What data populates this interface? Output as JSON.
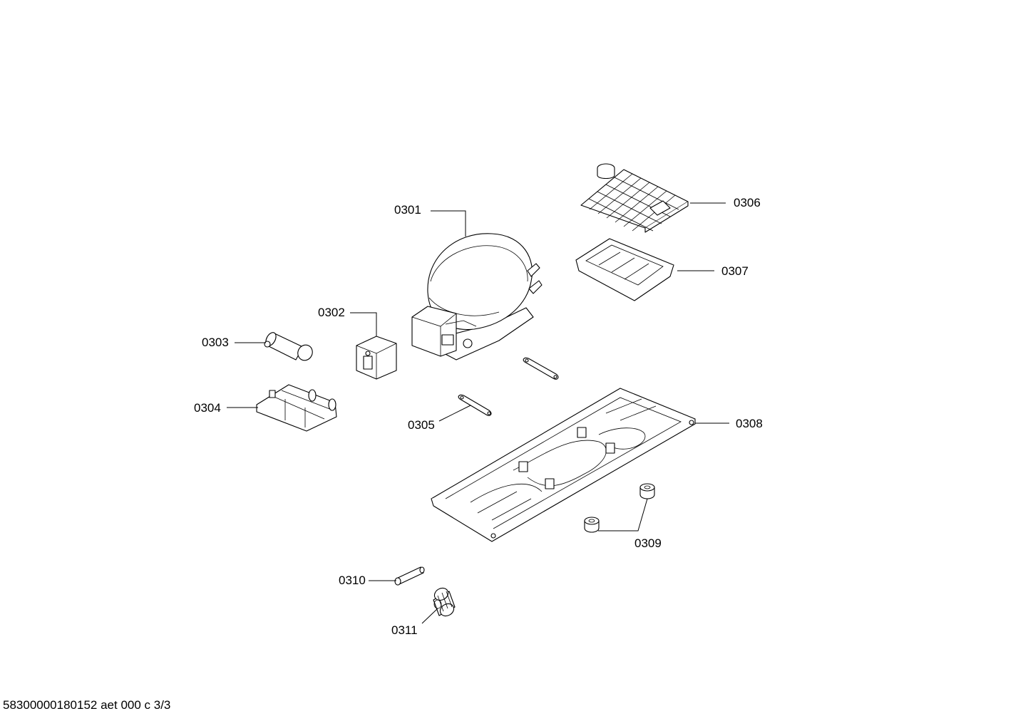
{
  "footer": {
    "document_id": "58300000180152 aet 000 c 3/3"
  },
  "parts": {
    "p0301": "0301",
    "p0302": "0302",
    "p0303": "0303",
    "p0304": "0304",
    "p0305": "0305",
    "p0306": "0306",
    "p0307": "0307",
    "p0308": "0308",
    "p0309": "0309",
    "p0310": "0310",
    "p0311": "0311"
  }
}
